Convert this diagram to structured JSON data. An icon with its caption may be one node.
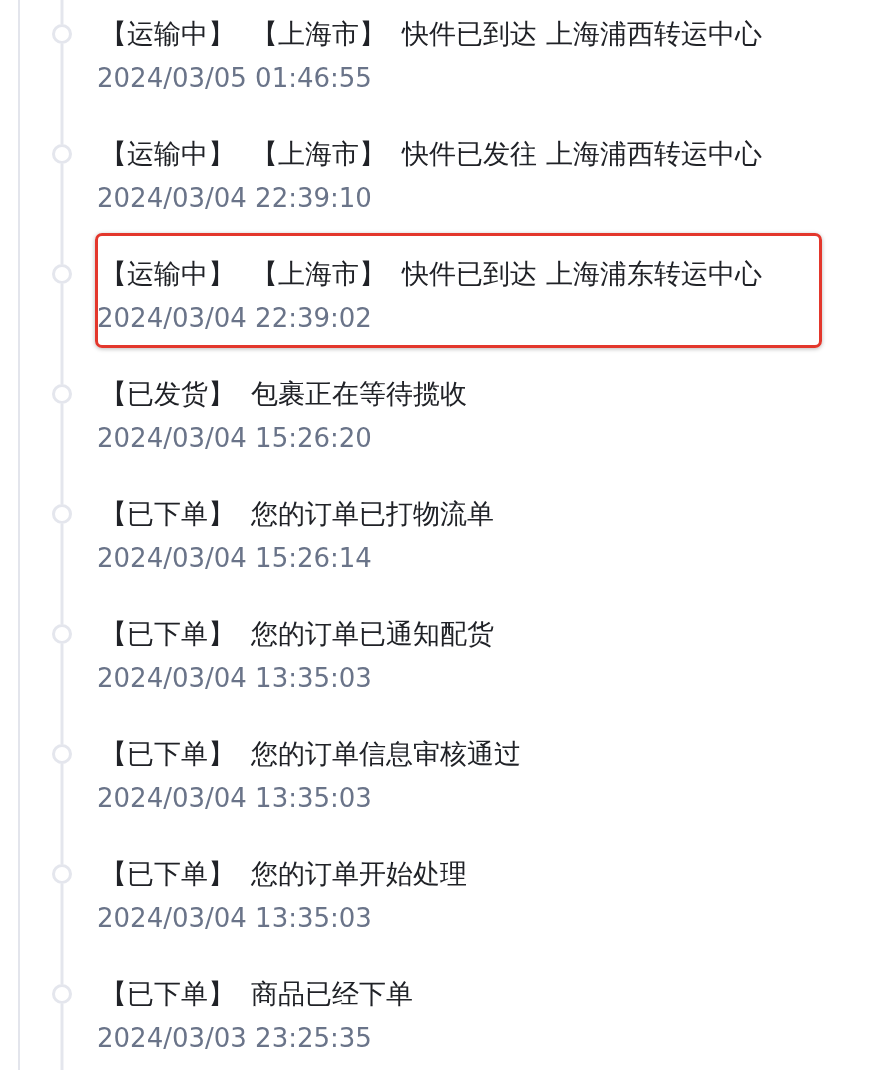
{
  "diagram": {
    "nodes": [
      {
        "text": [],
        "shape": "circle",
        "beside": [
          "【运输中】",
          "【上海市】",
          "快件已到达 上海浦西转运中心",
          "2024/03/05 01:46:55"
        ]
      },
      {
        "text": [],
        "shape": "circle",
        "beside": [
          "【运输中】",
          "【上海市】",
          "快件已发往 上海浦西转运中心",
          "2024/03/04 22:39:10"
        ]
      },
      {
        "text": [],
        "shape": "circle"
      },
      {
        "text": [
          "【运输中】",
          "【上海市】",
          "快件已到达 上海浦东转运中心",
          "2024/03/04 22:39:02"
        ]
      },
      {
        "text": [],
        "shape": "circle",
        "beside": [
          "【已发货】",
          "包裹正在等待揽收",
          "2024/03/04 15:26:20"
        ]
      },
      {
        "text": [],
        "shape": "circle",
        "beside": [
          "【已下单】",
          "您的订单已打物流单",
          "2024/03/04 15:26:14"
        ]
      },
      {
        "text": [],
        "shape": "circle",
        "beside": [
          "【已下单】",
          "您的订单已通知配货",
          "2024/03/04 13:35:03"
        ]
      },
      {
        "text": [],
        "shape": "circle",
        "beside": [
          "【已下单】",
          "您的订单信息审核通过",
          "2024/03/04 13:35:03"
        ]
      },
      {
        "text": [],
        "shape": "circle",
        "beside": [
          "【已下单】",
          "您的订单开始处理",
          "2024/03/04 13:35:03"
        ]
      },
      {
        "text": [],
        "shape": "circle",
        "beside": [
          "【已下单】",
          "商品已经下单",
          "2024/03/03 23:25:35"
        ]
      }
    ],
    "edges": [
      {
        "from": null,
        "to": 0,
        "arrow": "none"
      },
      {
        "from": 0,
        "to": 1,
        "arrow": "none"
      },
      {
        "from": 1,
        "to": 2,
        "arrow": "none"
      },
      {
        "from": 2,
        "to": 4,
        "arrow": "none"
      },
      {
        "from": 4,
        "to": 5,
        "arrow": "none"
      },
      {
        "from": 5,
        "to": 6,
        "arrow": "none"
      },
      {
        "from": 6,
        "to": 7,
        "arrow": "none"
      },
      {
        "from": 7,
        "to": 8,
        "arrow": "none"
      },
      {
        "from": 8,
        "to": 9,
        "arrow": "none"
      },
      {
        "from": 9,
        "to": null,
        "arrow": "none"
      }
    ]
  }
}
